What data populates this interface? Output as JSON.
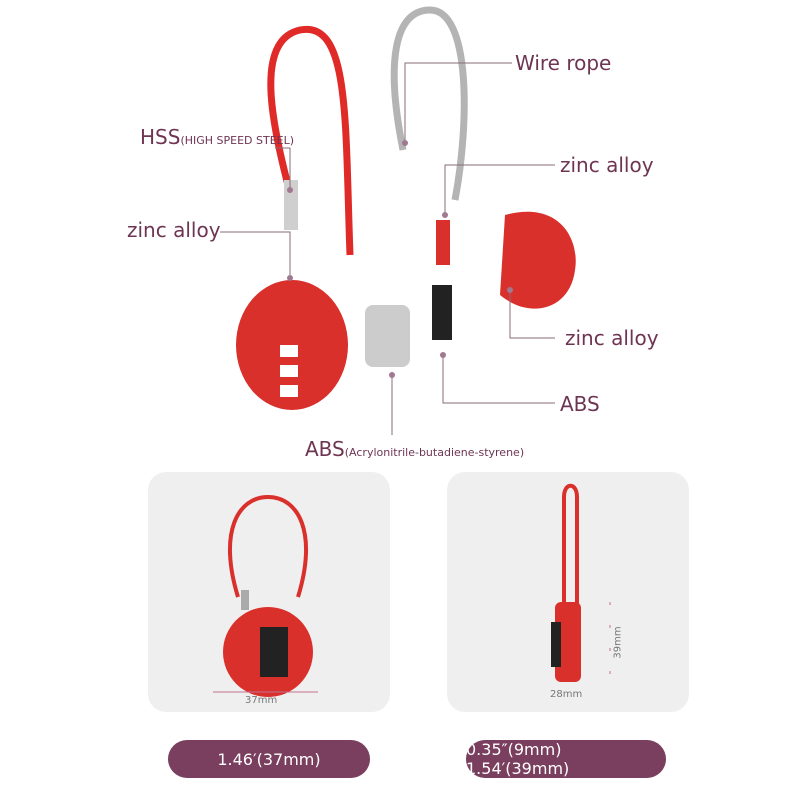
{
  "labels": {
    "wire_rope": "Wire rope",
    "hss": "HSS",
    "hss_sub": "(HIGH SPEED STEEL)",
    "zinc_alloy_left": "zinc alloy",
    "zinc_alloy_top_right": "zinc alloy",
    "zinc_alloy_bottom_right": "zinc alloy",
    "abs_right": "ABS",
    "abs_bottom": "ABS",
    "abs_bottom_sub": "(Acrylonitrile-butadiene-styrene)"
  },
  "panels": {
    "left_dimension": "37mm",
    "right_width": "28mm",
    "right_height": "39mm"
  },
  "pills": {
    "left": "1.46′(37mm)",
    "right": "0.35″(9mm) 1.54′(39mm)"
  },
  "colors": {
    "accent": "#7a3f5e",
    "lock_red": "#d9302c",
    "label": "#6e3553"
  }
}
